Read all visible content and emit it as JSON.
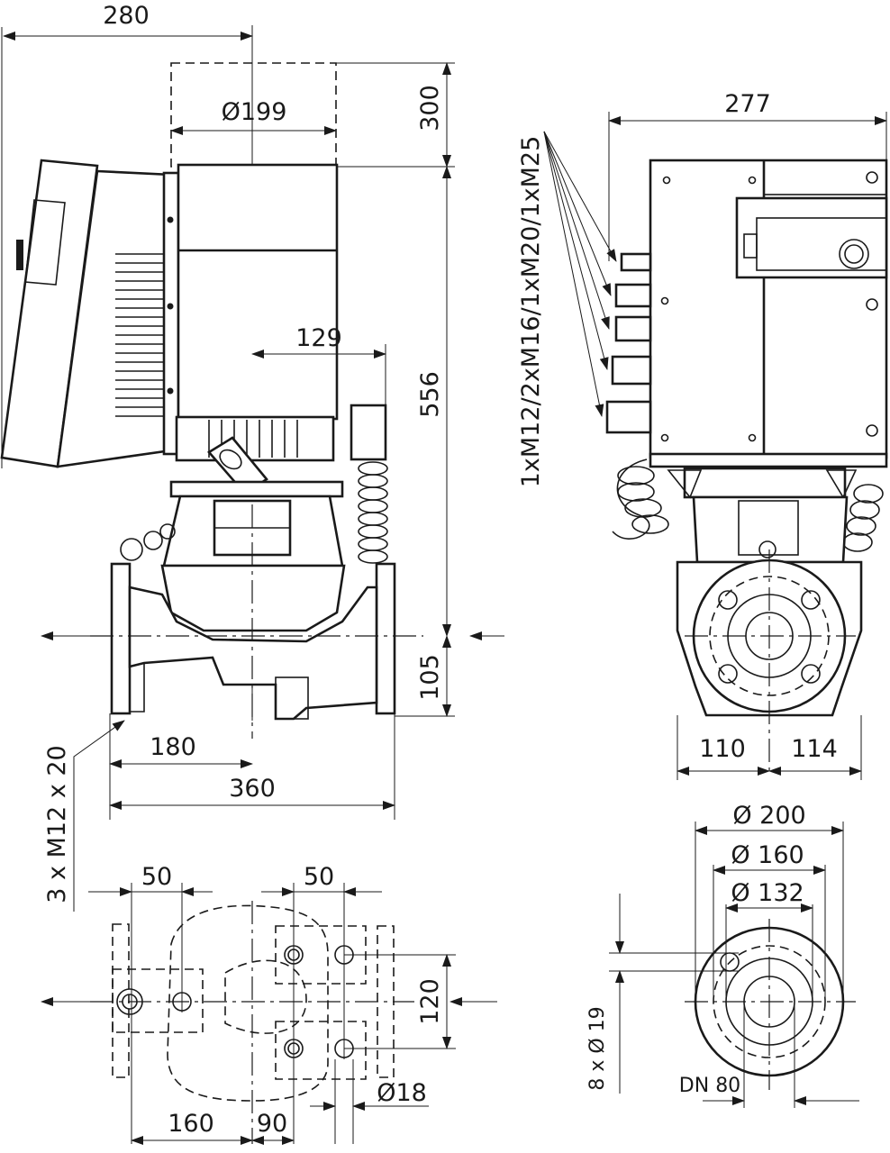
{
  "drawing": {
    "side_view": {
      "motor_offset": "280",
      "motor_diameter": "Ø199",
      "service_clearance": "300",
      "total_height": "556",
      "terminal_box_offset": "129",
      "axis_height": "105",
      "half_length": "180",
      "port_to_port": "360",
      "foot_bolts": "3 x M12 x 20"
    },
    "front_view": {
      "width": "277",
      "cable_glands": "1xM12/2xM16/1xM20/1xM25",
      "left_width": "110",
      "right_width": "114"
    },
    "foot_plan": {
      "left_spacing": "50",
      "right_spacing": "50",
      "foot_centre_spacing": "120",
      "hole_diameter": "Ø18",
      "left_offset": "160",
      "right_offset": "90"
    },
    "flange": {
      "outer_diameter": "Ø 200",
      "bolt_circle": "Ø 160",
      "raised_face": "Ø 132",
      "bolt_holes": "8 x Ø 19",
      "nominal_size": "DN 80"
    }
  }
}
